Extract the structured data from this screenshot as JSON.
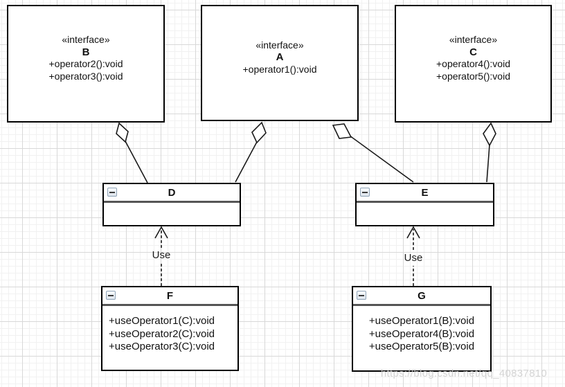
{
  "diagram": {
    "watermark": "https://blog.csdn.net/qq_40837810",
    "interfaces": [
      {
        "id": "B",
        "stereotype": "«interface»",
        "name": "B",
        "operations": [
          "+operator2():void",
          "+operator3():void"
        ]
      },
      {
        "id": "A",
        "stereotype": "«interface»",
        "name": "A",
        "operations": [
          "+operator1():void"
        ]
      },
      {
        "id": "C",
        "stereotype": "«interface»",
        "name": "C",
        "operations": [
          "+operator4():void",
          "+operator5():void"
        ]
      }
    ],
    "classes": [
      {
        "id": "D",
        "name": "D",
        "methods": []
      },
      {
        "id": "E",
        "name": "E",
        "methods": []
      },
      {
        "id": "F",
        "name": "F",
        "methods": [
          "+useOperator1(C):void",
          "+useOperator2(C):void",
          "+useOperator3(C):void"
        ]
      },
      {
        "id": "G",
        "name": "G",
        "methods": [
          "+useOperator1(B):void",
          "+useOperator4(B):void",
          "+useOperator5(B):void"
        ]
      }
    ],
    "edges": [
      {
        "type": "aggregation",
        "from": "D",
        "to": "B",
        "label": ""
      },
      {
        "type": "aggregation",
        "from": "D",
        "to": "A",
        "label": ""
      },
      {
        "type": "aggregation",
        "from": "E",
        "to": "A",
        "label": ""
      },
      {
        "type": "aggregation",
        "from": "E",
        "to": "C",
        "label": ""
      },
      {
        "type": "dependency",
        "from": "F",
        "to": "D",
        "label": "Use"
      },
      {
        "type": "dependency",
        "from": "G",
        "to": "E",
        "label": "Use"
      }
    ],
    "icons": {
      "collapse": "minus"
    },
    "colors": {
      "box_border": "#000000",
      "header_divider": "#555555",
      "connector": "#1a1a1a",
      "grid_major": "#d8d8d8",
      "grid_minor": "#f1f1f1",
      "watermark": "#cdcdcd"
    }
  }
}
